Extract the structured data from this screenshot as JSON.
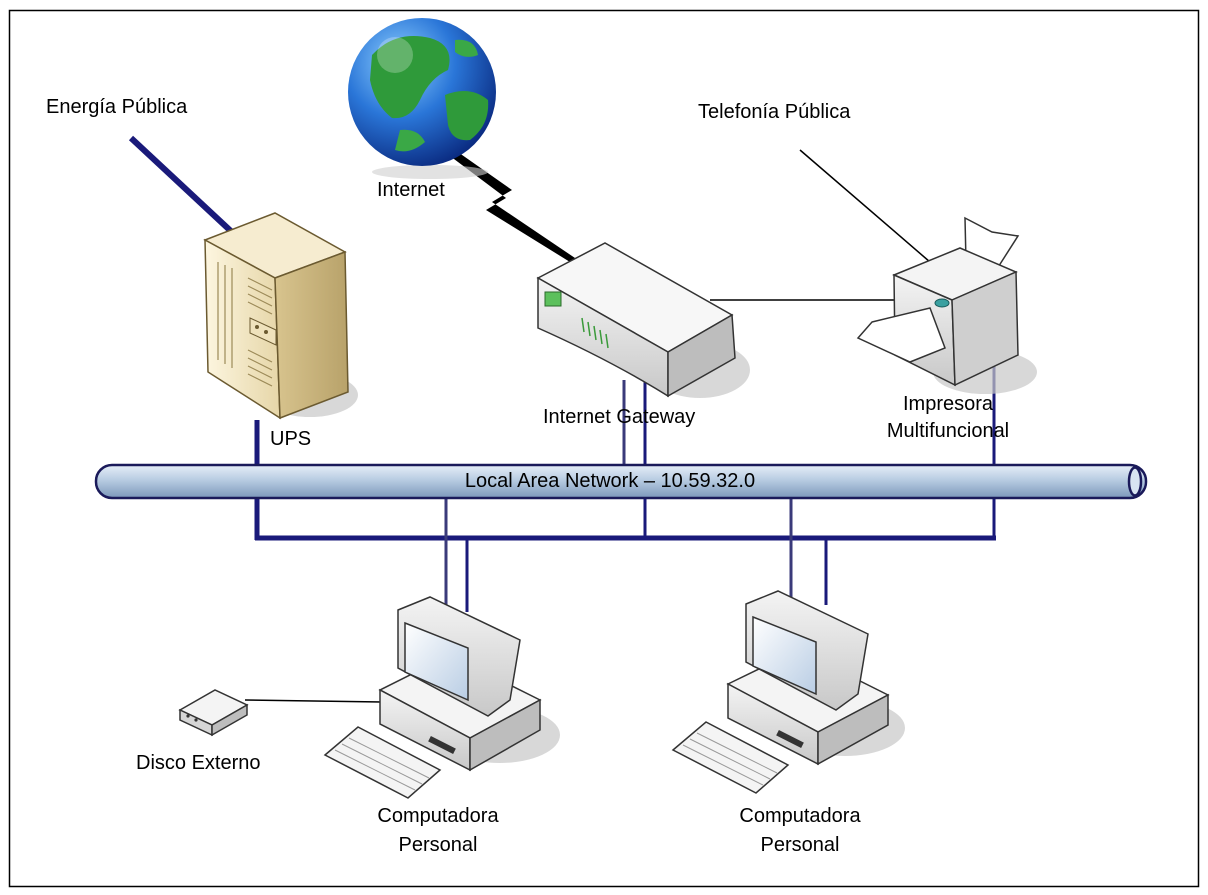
{
  "labels": {
    "energia": "Energía Pública",
    "internet": "Internet",
    "telefonia": "Telefonía Pública",
    "ups": "UPS",
    "gateway": "Internet Gateway",
    "impresora_1": "Impresora",
    "impresora_2": "Multifuncional",
    "lan": "Local Area Network – 10.59.32.0",
    "disco": "Disco Externo",
    "pc1_1": "Computadora",
    "pc1_2": "Personal",
    "pc2_1": "Computadora",
    "pc2_2": "Personal"
  },
  "icons": [
    "globe-icon",
    "ups-tower-icon",
    "router-icon",
    "printer-icon",
    "computer-icon",
    "keyboard-icon",
    "external-disk-icon"
  ],
  "colors": {
    "cable": "#1a1a7a",
    "cable_thin": "#3a3a7a",
    "pipe_fill": "#b4c8de",
    "pipe_edge": "#1a1a5a"
  }
}
